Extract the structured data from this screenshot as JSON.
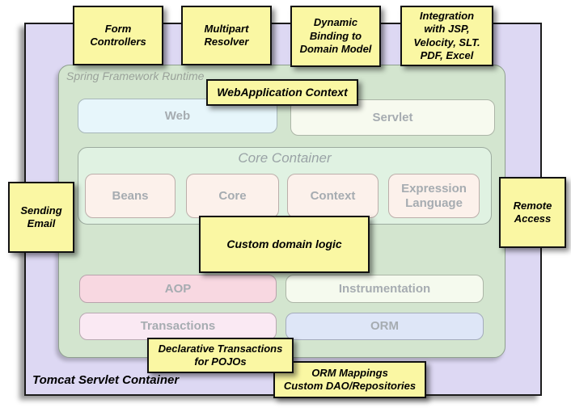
{
  "containers": {
    "tomcat": "Tomcat Servlet Container",
    "spring_runtime": "Spring Framework Runtime",
    "core_container": "Core Container"
  },
  "modules": {
    "web": "Web",
    "servlet": "Servlet",
    "beans": "Beans",
    "core": "Core",
    "context": "Context",
    "expression_language": "Expression\nLanguage",
    "aop": "AOP",
    "instrumentation": "Instrumentation",
    "transactions": "Transactions",
    "orm": "ORM"
  },
  "notes": {
    "form_controllers": "Form\nControllers",
    "multipart_resolver": "Multipart\nResolver",
    "dynamic_binding": "Dynamic\nBinding to\nDomain Model",
    "integration": "Integration\nwith JSP,\nVelocity, SLT.\nPDF, Excel",
    "webapplication_context": "WebApplication Context",
    "sending_email": "Sending\nEmail",
    "remote_access": "Remote\nAccess",
    "custom_domain_logic": "Custom domain logic",
    "declarative_transactions": "Declarative Transactions\nfor POJOs",
    "orm_mappings": "ORM Mappings\nCustom DAO/Repositories"
  },
  "colors": {
    "note_fill": "#FAF7A3",
    "outer_container_fill": "#DDD8F3",
    "runtime_fill": "#D3E5CF",
    "core_container_fill": "#E0F2E2",
    "web_fill": "#E7F6FB",
    "servlet_fill": "#F7FAEF",
    "core_module_fill": "#FCF1EB",
    "aop_fill": "#F8D8E1",
    "instrumentation_fill": "#F5FAEE",
    "transactions_fill": "#FAE9F3",
    "orm_fill": "#DEE6F7",
    "module_label_color": "#A6ACB1"
  }
}
